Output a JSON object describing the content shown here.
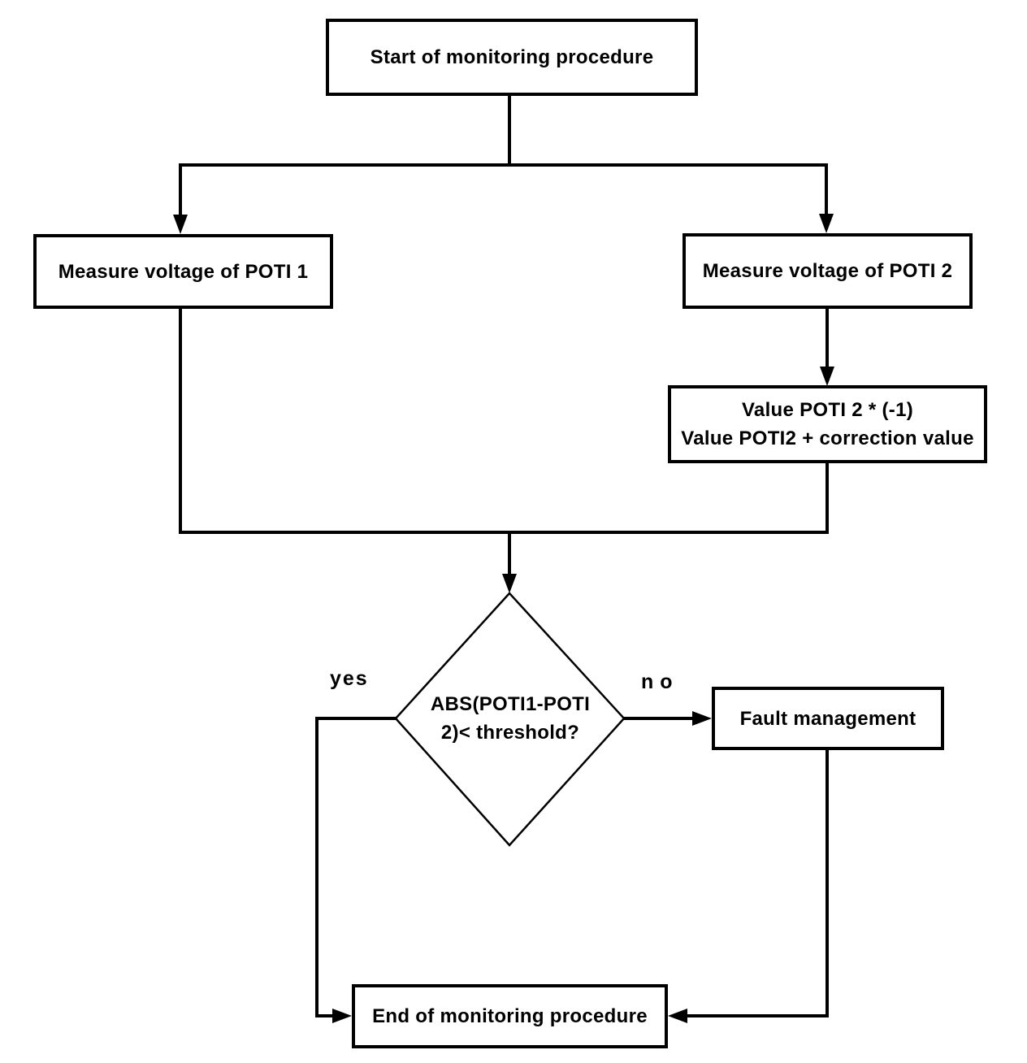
{
  "nodes": {
    "start": {
      "label": "Start of monitoring procedure"
    },
    "measure_poti1": {
      "label": "Measure voltage of POTI 1"
    },
    "measure_poti2": {
      "label": "Measure voltage of POTI 2"
    },
    "value_correction": {
      "line1": "Value POTI 2 * (-1)",
      "line2": "Value POTI2 + correction value"
    },
    "decision": {
      "line1": "ABS(POTI1-POTI",
      "line2": "2)< threshold?"
    },
    "fault": {
      "label": "Fault management"
    },
    "end": {
      "label": "End of monitoring procedure"
    }
  },
  "edge_labels": {
    "yes": "yes",
    "no": "no"
  },
  "colors": {
    "line": "#000000",
    "node_fill": "#ffffff",
    "text": "#000000",
    "background": "#ffffff"
  }
}
